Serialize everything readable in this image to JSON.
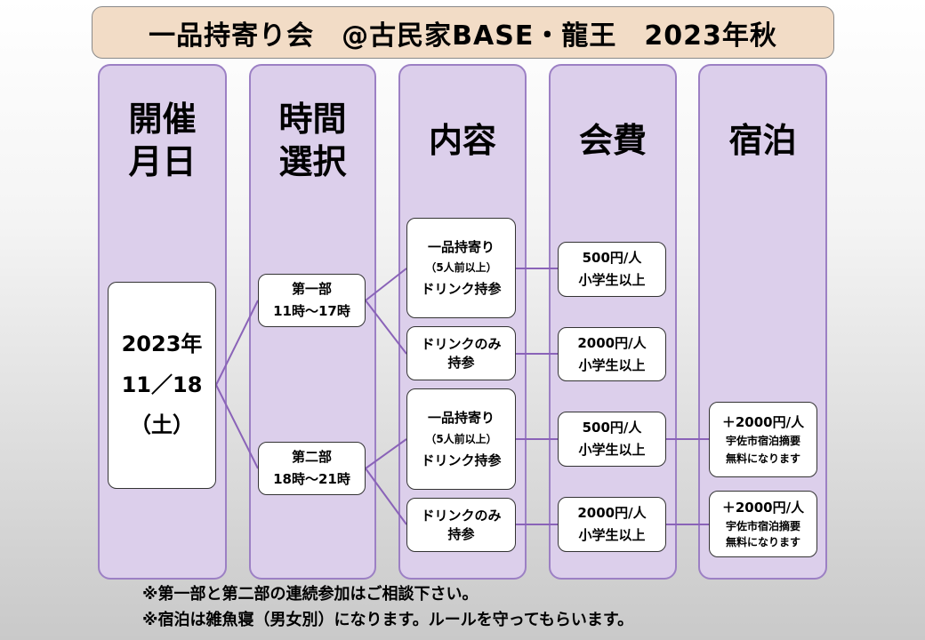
{
  "title": "一品持寄り会　@古民家BASE・龍王　2023年秋",
  "columns": [
    {
      "line1": "開催",
      "line2": "月日"
    },
    {
      "line1": "時間",
      "line2": "選択"
    },
    {
      "line1": "内容"
    },
    {
      "line1": "会費"
    },
    {
      "line1": "宿泊"
    }
  ],
  "date": {
    "year": "2023年",
    "day": "11／18",
    "weekday": "（土）"
  },
  "sessions": [
    {
      "name": "第一部",
      "time": "11時～17時"
    },
    {
      "name": "第二部",
      "time": "18時～21時"
    }
  ],
  "contents": [
    {
      "l1": "一品持寄り",
      "l2": "（5人前以上）",
      "l3": "ドリンク持参"
    },
    {
      "l1": "ドリンクのみ",
      "l2": "持参"
    },
    {
      "l1": "一品持寄り",
      "l2": "（5人前以上）",
      "l3": "ドリンク持参"
    },
    {
      "l1": "ドリンクのみ",
      "l2": "持参"
    }
  ],
  "fees": [
    {
      "price": "500円/人",
      "note": "小学生以上"
    },
    {
      "price": "2000円/人",
      "note": "小学生以上"
    },
    {
      "price": "500円/人",
      "note": "小学生以上"
    },
    {
      "price": "2000円/人",
      "note": "小学生以上"
    }
  ],
  "lodging": [
    {
      "price": "＋2000円/人",
      "l2": "宇佐市宿泊摘要",
      "l3": "無料になります"
    },
    {
      "price": "＋2000円/人",
      "l2": "宇佐市宿泊摘要",
      "l3": "無料になります"
    }
  ],
  "notes": [
    "※第一部と第二部の連続参加はご相談下さい。",
    "※宿泊は雑魚寝（男女別）になります。ルールを守ってもらいます。"
  ],
  "colors": {
    "column_fill": "#dccfeb",
    "column_border": "#9c80c4",
    "title_fill": "#f2dcc6",
    "connector": "#8a63b8"
  }
}
